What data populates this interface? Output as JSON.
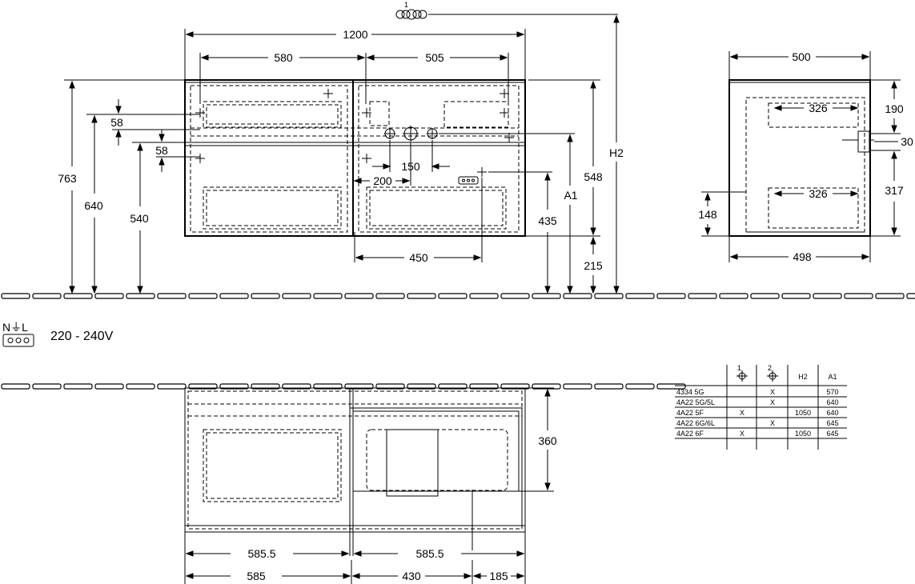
{
  "front_view": {
    "marker_1": "1",
    "width_total": "1200",
    "width_left": "580",
    "width_right": "505",
    "h_763": "763",
    "h_640": "640",
    "h_540": "540",
    "gap_58_a": "58",
    "gap_58_b": "58",
    "d_150": "150",
    "d_200": "200",
    "h_548": "548",
    "h_435": "435",
    "label_a1": "A1",
    "label_h2": "H2",
    "h_215": "215",
    "d_450": "450"
  },
  "side_view": {
    "width_top": "500",
    "width_bottom": "498",
    "d_326_top": "326",
    "d_326_bottom": "326",
    "h_190": "190",
    "h_30": "30",
    "h_317": "317",
    "h_148": "148"
  },
  "electrical": {
    "symbol_labels": "N⏚L",
    "voltage": "220 - 240V"
  },
  "plan_view": {
    "h_360": "360",
    "w_585_5_left": "585.5",
    "w_585_5_right": "585.5",
    "w_585": "585",
    "w_430": "430",
    "w_185": "185"
  },
  "table": {
    "headers": [
      "",
      "1",
      "2",
      "H2",
      "A1"
    ],
    "rows": [
      [
        "4334 5G",
        "",
        "X",
        "",
        "570"
      ],
      [
        "4A22 5G/5L",
        "",
        "X",
        "",
        "640"
      ],
      [
        "4A22 5F",
        "X",
        "",
        "1050",
        "640"
      ],
      [
        "4A22 6G/6L",
        "",
        "X",
        "",
        "645"
      ],
      [
        "4A22 6F",
        "X",
        "",
        "1050",
        "645"
      ]
    ]
  }
}
